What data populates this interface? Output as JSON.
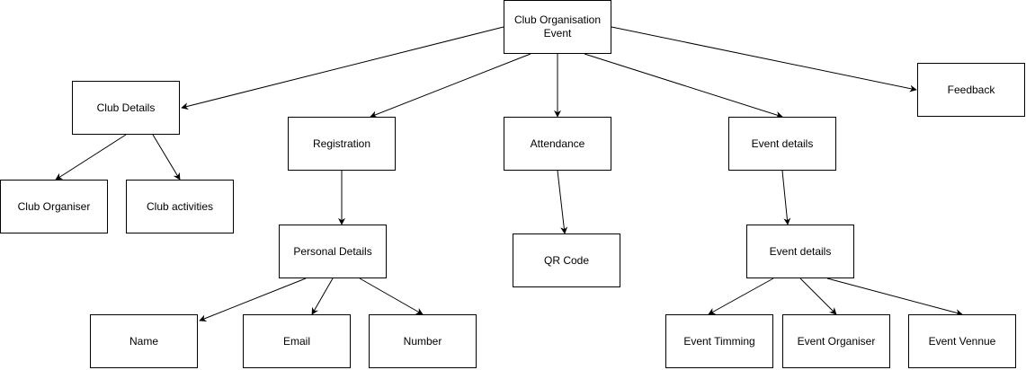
{
  "diagram": {
    "nodes": [
      {
        "id": "root",
        "label": "Club Organisation Event"
      },
      {
        "id": "club_details",
        "label": "Club Details"
      },
      {
        "id": "registration",
        "label": "Registration"
      },
      {
        "id": "attendance",
        "label": "Attendance"
      },
      {
        "id": "event_details_top",
        "label": "Event details"
      },
      {
        "id": "feedback",
        "label": "Feedback"
      },
      {
        "id": "club_organiser",
        "label": "Club Organiser"
      },
      {
        "id": "club_activities",
        "label": "Club activities"
      },
      {
        "id": "personal_details",
        "label": "Personal Details"
      },
      {
        "id": "qr_code",
        "label": "QR Code"
      },
      {
        "id": "event_details_sub",
        "label": "Event details"
      },
      {
        "id": "name",
        "label": "Name"
      },
      {
        "id": "email",
        "label": "Email"
      },
      {
        "id": "number",
        "label": "Number"
      },
      {
        "id": "event_timming",
        "label": "Event Timming"
      },
      {
        "id": "event_organiser",
        "label": "Event Organiser"
      },
      {
        "id": "event_vennue",
        "label": "Event Vennue"
      }
    ],
    "edges": [
      {
        "from": "root",
        "to": "club_details"
      },
      {
        "from": "root",
        "to": "registration"
      },
      {
        "from": "root",
        "to": "attendance"
      },
      {
        "from": "root",
        "to": "event_details_top"
      },
      {
        "from": "root",
        "to": "feedback"
      },
      {
        "from": "club_details",
        "to": "club_organiser"
      },
      {
        "from": "club_details",
        "to": "club_activities"
      },
      {
        "from": "registration",
        "to": "personal_details"
      },
      {
        "from": "attendance",
        "to": "qr_code"
      },
      {
        "from": "event_details_top",
        "to": "event_details_sub"
      },
      {
        "from": "personal_details",
        "to": "name"
      },
      {
        "from": "personal_details",
        "to": "email"
      },
      {
        "from": "personal_details",
        "to": "number"
      },
      {
        "from": "event_details_sub",
        "to": "event_timming"
      },
      {
        "from": "event_details_sub",
        "to": "event_organiser"
      },
      {
        "from": "event_details_sub",
        "to": "event_vennue"
      }
    ]
  }
}
